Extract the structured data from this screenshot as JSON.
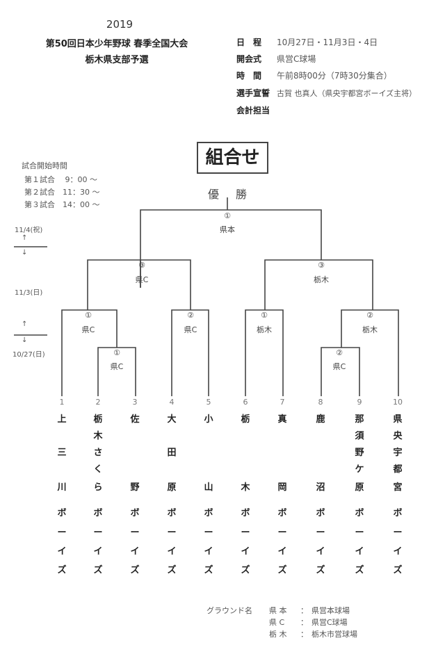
{
  "header": {
    "year": "2019",
    "title_line1": "第50回日本少年野球 春季全国大会",
    "title_line2": "栃木県支部予選"
  },
  "info": [
    {
      "label": "日　程",
      "value": "10月27日・11月3日・4日"
    },
    {
      "label": "開会式",
      "value": "県営C球場"
    },
    {
      "label": "時　間",
      "value": "午前8時00分（7時30分集合）"
    },
    {
      "label": "選手宣誓",
      "value": "古賀 也真人（県央宇都宮ボーイズ主将）"
    },
    {
      "label": "会計担当",
      "value": ""
    }
  ],
  "title": "組合せ",
  "schedule": {
    "heading": "試合開始時間",
    "rows": [
      "第１試合　 9：00 ～",
      "第２試合　11：30 ～",
      "第３試合　14：00 ～"
    ]
  },
  "champion_label": "優勝",
  "dates": {
    "final": "11/4(祝)",
    "semi": "11/3(日)",
    "first": "10/27(日)",
    "up": "↑",
    "down": "↓"
  },
  "matches": {
    "final": {
      "no": "①",
      "venue": "県本"
    },
    "semi_left": {
      "no": "③",
      "venue": "県C"
    },
    "semi_right": {
      "no": "③",
      "venue": "栃木"
    },
    "qf1": {
      "no": "①",
      "venue": "県C"
    },
    "qf2": {
      "no": "②",
      "venue": "県C"
    },
    "qf3": {
      "no": "①",
      "venue": "栃木"
    },
    "qf4": {
      "no": "②",
      "venue": "栃木"
    },
    "r1a": {
      "no": "①",
      "venue": "県C"
    },
    "r1b": {
      "no": "②",
      "venue": "県C"
    }
  },
  "teams": [
    {
      "no": "1",
      "chars": [
        "上",
        "",
        "三",
        "",
        "川",
        "ボ",
        "ー",
        "イ",
        "ズ"
      ]
    },
    {
      "no": "2",
      "chars": [
        "栃",
        "木",
        "さ",
        "く",
        "ら",
        "ボ",
        "ー",
        "イ",
        "ズ"
      ]
    },
    {
      "no": "3",
      "chars": [
        "佐",
        "",
        "",
        "",
        "野",
        "ボ",
        "ー",
        "イ",
        "ズ"
      ]
    },
    {
      "no": "4",
      "chars": [
        "大",
        "",
        "田",
        "",
        "原",
        "ボ",
        "ー",
        "イ",
        "ズ"
      ]
    },
    {
      "no": "5",
      "chars": [
        "小",
        "",
        "",
        "",
        "山",
        "ボ",
        "ー",
        "イ",
        "ズ"
      ]
    },
    {
      "no": "6",
      "chars": [
        "栃",
        "",
        "",
        "",
        "木",
        "ボ",
        "ー",
        "イ",
        "ズ"
      ]
    },
    {
      "no": "7",
      "chars": [
        "真",
        "",
        "",
        "",
        "岡",
        "ボ",
        "ー",
        "イ",
        "ズ"
      ]
    },
    {
      "no": "8",
      "chars": [
        "鹿",
        "",
        "",
        "",
        "沼",
        "ボ",
        "ー",
        "イ",
        "ズ"
      ]
    },
    {
      "no": "9",
      "chars": [
        "那",
        "須",
        "野",
        "ケ",
        "原",
        "ボ",
        "ー",
        "イ",
        "ズ"
      ]
    },
    {
      "no": "10",
      "chars": [
        "県",
        "央",
        "宇",
        "都",
        "宮",
        "ボ",
        "ー",
        "イ",
        "ズ"
      ]
    }
  ],
  "grounds": {
    "heading": "グラウンド名",
    "rows": [
      {
        "abbr": "県 本",
        "sep": "：",
        "name": "県営本球場"
      },
      {
        "abbr": "県 C",
        "sep": "：",
        "name": "県営C球場"
      },
      {
        "abbr": "栃 木",
        "sep": "：",
        "name": "栃木市営球場"
      }
    ]
  }
}
